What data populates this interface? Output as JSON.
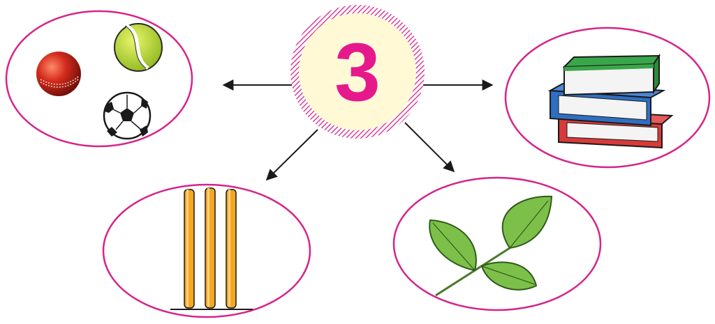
{
  "center": {
    "number": "3",
    "number_color": "#e6198c",
    "disc_color": "#fff9d6",
    "hatch_color": "#d6238a"
  },
  "groups": [
    {
      "id": "balls",
      "count": 3,
      "items": [
        "cricket-ball-icon",
        "tennis-ball-icon",
        "soccer-ball-icon"
      ]
    },
    {
      "id": "books",
      "count": 3,
      "items": [
        "green-book-icon",
        "blue-book-icon",
        "red-book-icon"
      ]
    },
    {
      "id": "stumps",
      "count": 3,
      "items": [
        "stump-icon",
        "stump-icon",
        "stump-icon"
      ]
    },
    {
      "id": "leaf",
      "count": 3,
      "items": [
        "leaflet-icon",
        "leaflet-icon",
        "leaflet-icon"
      ]
    }
  ],
  "colors": {
    "ellipse_outline": "#d6238a",
    "arrow": "#1a1a1a",
    "stump": "#f5a623",
    "leaf": "#7cc04a",
    "cricket_ball": "#c0241a",
    "tennis_ball": "#b8d92e",
    "book_green": "#3aa64a",
    "book_blue": "#2f6fc2",
    "book_red": "#d83a3a"
  }
}
